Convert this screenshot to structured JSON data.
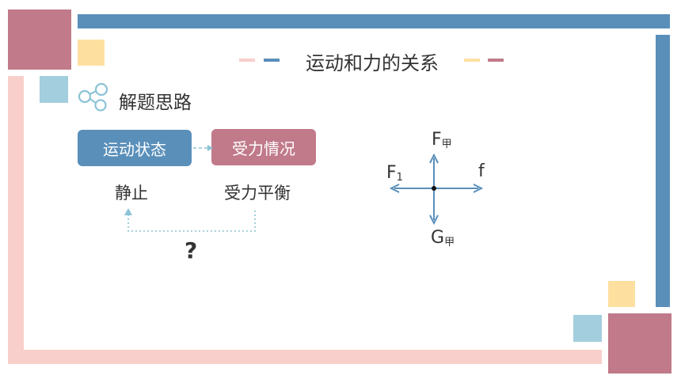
{
  "slide": {
    "title": "运动和力的关系",
    "section_title": "解题思路",
    "colors": {
      "blue": "#5a8fba",
      "rose": "#c07a8a",
      "pink": "#f8cfcb",
      "yellow": "#fde0a0",
      "light_blue": "#a3cede"
    }
  },
  "flow": {
    "box_motion": "运动状态",
    "box_force": "受力情况",
    "label_static": "静止",
    "label_balance": "受力平衡",
    "question": "?"
  },
  "forces": {
    "up": {
      "symbol": "F",
      "sub": "甲"
    },
    "left": {
      "symbol": "F",
      "sub": "1"
    },
    "right": {
      "symbol": "f",
      "sub": ""
    },
    "down": {
      "symbol": "G",
      "sub": "甲"
    }
  },
  "icons": {
    "section_icon": "molecule-icon"
  }
}
